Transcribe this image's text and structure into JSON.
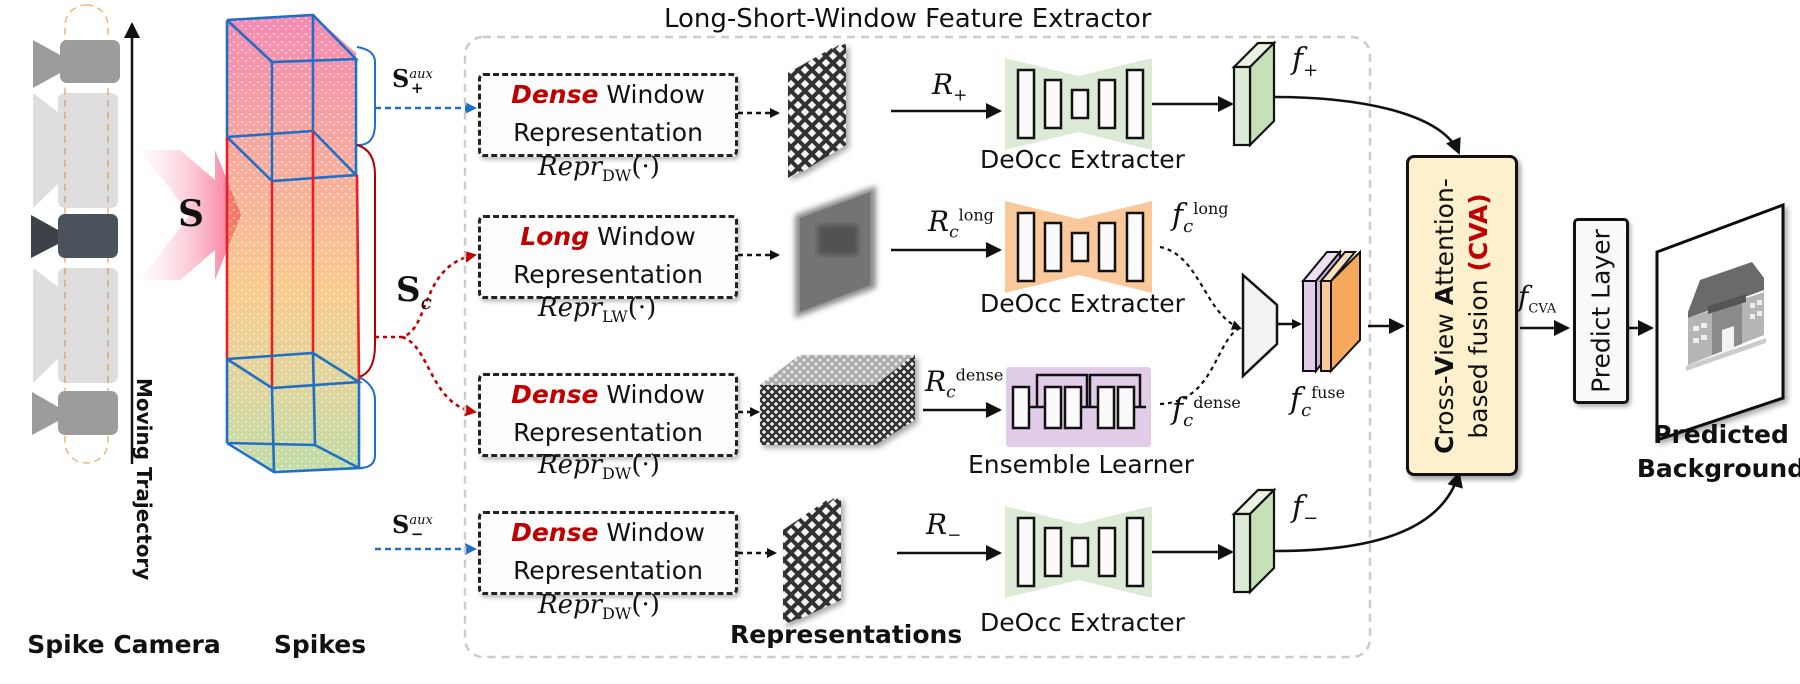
{
  "figure": {
    "title": "Long-Short-Window Feature Extractor"
  },
  "input": {
    "camera_label": "Spike Camera",
    "trajectory_label": "Moving Trajectory",
    "stream_symbol": "S",
    "spikes_label": "Spikes"
  },
  "windows": {
    "s_plus": {
      "base": "S",
      "sup": "aux",
      "sub": "+"
    },
    "s_c": {
      "base": "S",
      "sub": "c"
    },
    "s_minus": {
      "base": "S",
      "sup": "aux",
      "sub": "−"
    }
  },
  "rep_boxes": [
    {
      "keyword": "Dense",
      "line1_rest": " Window",
      "line2": "Representation",
      "func": "Repr",
      "func_sub": "DW",
      "func_arg": "(·)"
    },
    {
      "keyword": "Long",
      "line1_rest": " Window",
      "line2": "Representation",
      "func": "Repr",
      "func_sub": "LW",
      "func_arg": "(·)"
    },
    {
      "keyword": "Dense",
      "line1_rest": " Window",
      "line2": "Representation",
      "func": "Repr",
      "func_sub": "DW",
      "func_arg": "(·)"
    },
    {
      "keyword": "Dense",
      "line1_rest": " Window",
      "line2": "Representation",
      "func": "Repr",
      "func_sub": "DW",
      "func_arg": "(·)"
    }
  ],
  "representations_label": "Representations",
  "rep_symbols": [
    {
      "base": "R",
      "sub": "+",
      "sup": ""
    },
    {
      "base": "R",
      "sub": "c",
      "sup": "long"
    },
    {
      "base": "R",
      "sub": "c",
      "sup": "dense"
    },
    {
      "base": "R",
      "sub": "−",
      "sup": ""
    }
  ],
  "extractors": [
    {
      "label": "DeOcc Extracter",
      "color": "#dcebd6"
    },
    {
      "label": "DeOcc Extracter",
      "color": "#f9c89b"
    },
    {
      "label": "Ensemble Learner",
      "color": "#e2cde9"
    },
    {
      "label": "DeOcc Extracter",
      "color": "#dcebd6"
    }
  ],
  "features": {
    "f_plus": {
      "base": "f",
      "sub": "+",
      "sup": ""
    },
    "f_long": {
      "base": "f",
      "sub": "c",
      "sup": "long"
    },
    "f_dense": {
      "base": "f",
      "sub": "c",
      "sup": "dense"
    },
    "f_fuse": {
      "base": "f",
      "sub": "c",
      "sup": "fuse"
    },
    "f_minus": {
      "base": "f",
      "sub": "−",
      "sup": ""
    },
    "f_cva": {
      "base": "f",
      "sub": "CVA",
      "sup": ""
    }
  },
  "cva": {
    "line1_c": "C",
    "line1_a": "ross-",
    "line1_v": "V",
    "line1_b": "iew ",
    "line1_at": "A",
    "line1_c2": "ttention-",
    "line2": "based fusion ",
    "line2_red": "(CVA)"
  },
  "predict_layer": "Predict Layer",
  "output_label_1": "Predicted",
  "output_label_2": "Background",
  "colors": {
    "accent_red": "#c00000",
    "blue_line": "#1f6fc7",
    "red_line": "#e8141a",
    "cva_fill": "#fdf0cc",
    "green_feat": "#c6e0b8",
    "orange_feat": "#f6a85c",
    "purple_feat": "#dcc8e8"
  }
}
